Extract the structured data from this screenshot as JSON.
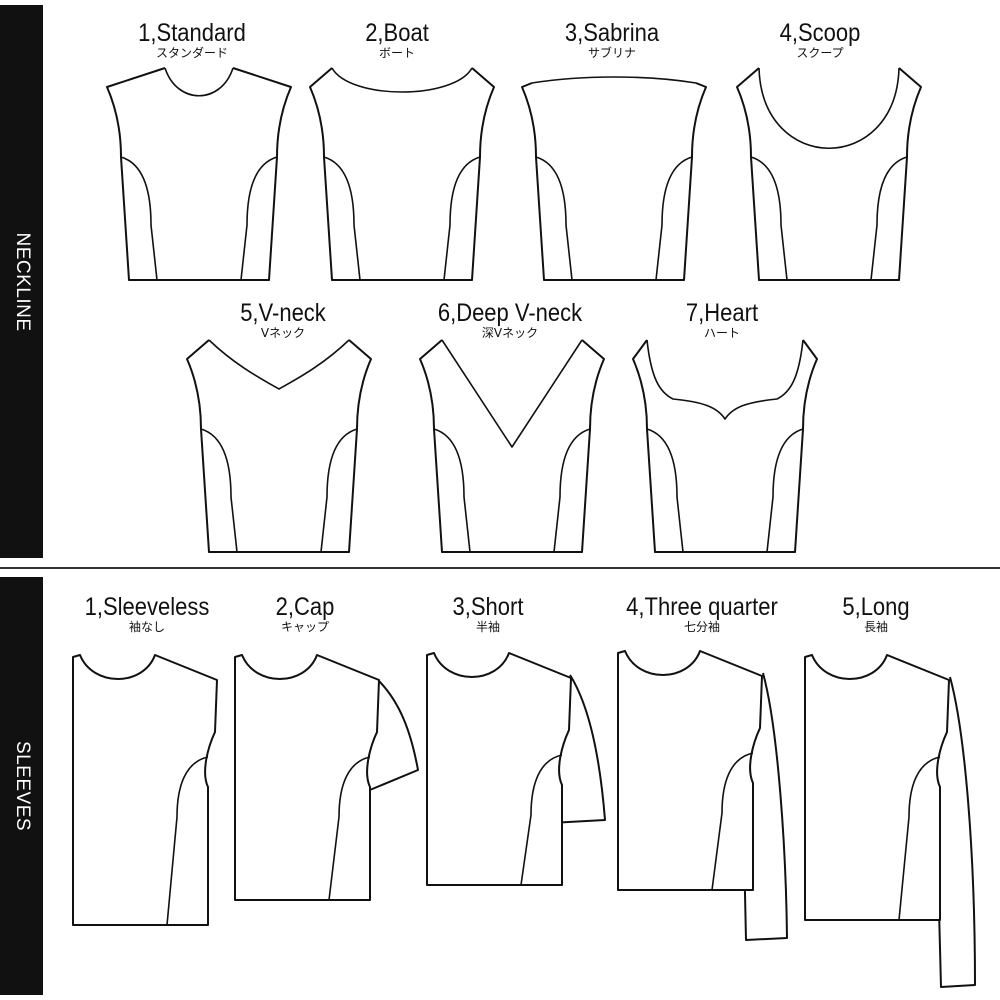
{
  "sections": {
    "neckline": {
      "title": "NECKLINE"
    },
    "sleeves": {
      "title": "SLEEVES"
    }
  },
  "necklines": [
    {
      "label": "1,Standard",
      "jp": "スタンダード"
    },
    {
      "label": "2,Boat",
      "jp": "ボート"
    },
    {
      "label": "3,Sabrina",
      "jp": "サブリナ"
    },
    {
      "label": "4,Scoop",
      "jp": "スクープ"
    },
    {
      "label": "5,V-neck",
      "jp": "Vネック"
    },
    {
      "label": "6,Deep V-neck",
      "jp": "深Vネック"
    },
    {
      "label": "7,Heart",
      "jp": "ハート"
    }
  ],
  "sleeves": [
    {
      "label": "1,Sleeveless",
      "jp": "袖なし"
    },
    {
      "label": "2,Cap",
      "jp": "キャップ"
    },
    {
      "label": "3,Short",
      "jp": "半袖"
    },
    {
      "label": "4,Three quarter",
      "jp": "七分袖"
    },
    {
      "label": "5,Long",
      "jp": "長袖"
    }
  ]
}
